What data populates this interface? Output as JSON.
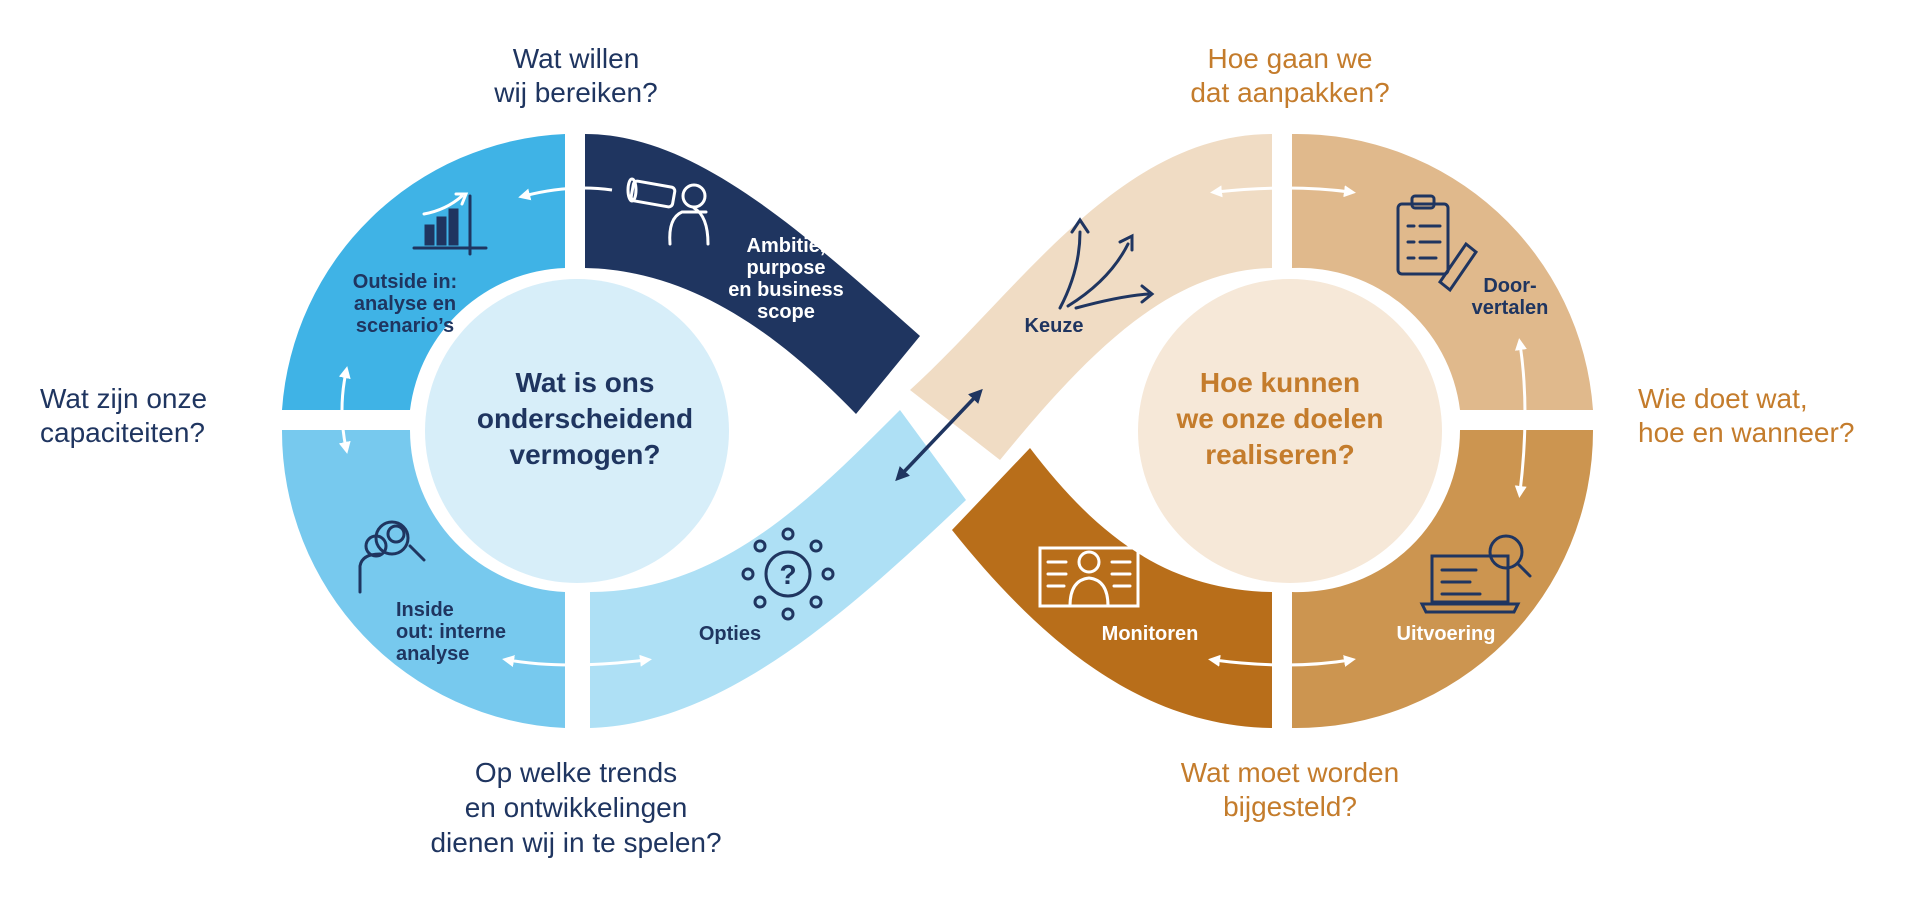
{
  "colors": {
    "navy": "#1f3560",
    "blue_mid": "#3fb3e6",
    "blue_light": "#77c9ee",
    "blue_pale": "#aee0f5",
    "blue_center": "#d7eef9",
    "gold_pale": "#f0dcc4",
    "gold_light": "#e0b98c",
    "gold_mid": "#cc9550",
    "gold_dark": "#b86e1a",
    "gold_center": "#f6e8d8",
    "orange_text": "#c47c2c"
  },
  "left_center": [
    "Wat is ons",
    "onderscheidend",
    "vermogen?"
  ],
  "right_center": [
    "Hoe kunnen",
    "we onze doelen",
    "realiseren?"
  ],
  "segments": {
    "ambitie": [
      "Ambitie,",
      "purpose",
      "en business",
      "scope"
    ],
    "outside_in": [
      "Outside in:",
      "analyse en",
      "scenario’s"
    ],
    "inside_out": [
      "Inside",
      "out: interne",
      "analyse"
    ],
    "opties": [
      "Opties"
    ],
    "keuze": [
      "Keuze"
    ],
    "doorvertalen": [
      "Door-",
      "vertalen"
    ],
    "uitvoering": [
      "Uitvoering"
    ],
    "monitoren": [
      "Monitoren"
    ]
  },
  "questions": {
    "top_left": [
      "Wat willen",
      "wij bereiken?"
    ],
    "left": [
      "Wat zijn onze",
      "capaciteiten?"
    ],
    "bottom_left": [
      "Op welke trends",
      "en ontwikkelingen",
      "dienen wij in te spelen?"
    ],
    "top_right": [
      "Hoe gaan we",
      "dat aanpakken?"
    ],
    "right": [
      "Wie doet wat,",
      "hoe en wanneer?"
    ],
    "bottom_right": [
      "Wat moet worden",
      "bijgesteld?"
    ]
  },
  "icons": {
    "ambitie": "telescope-icon",
    "outside_in": "growth-chart-icon",
    "inside_out": "person-magnifier-icon",
    "opties": "question-network-icon",
    "keuze": "branching-arrows-icon",
    "doorvertalen": "clipboard-pen-icon",
    "uitvoering": "laptop-search-icon",
    "monitoren": "monitor-person-icon"
  }
}
